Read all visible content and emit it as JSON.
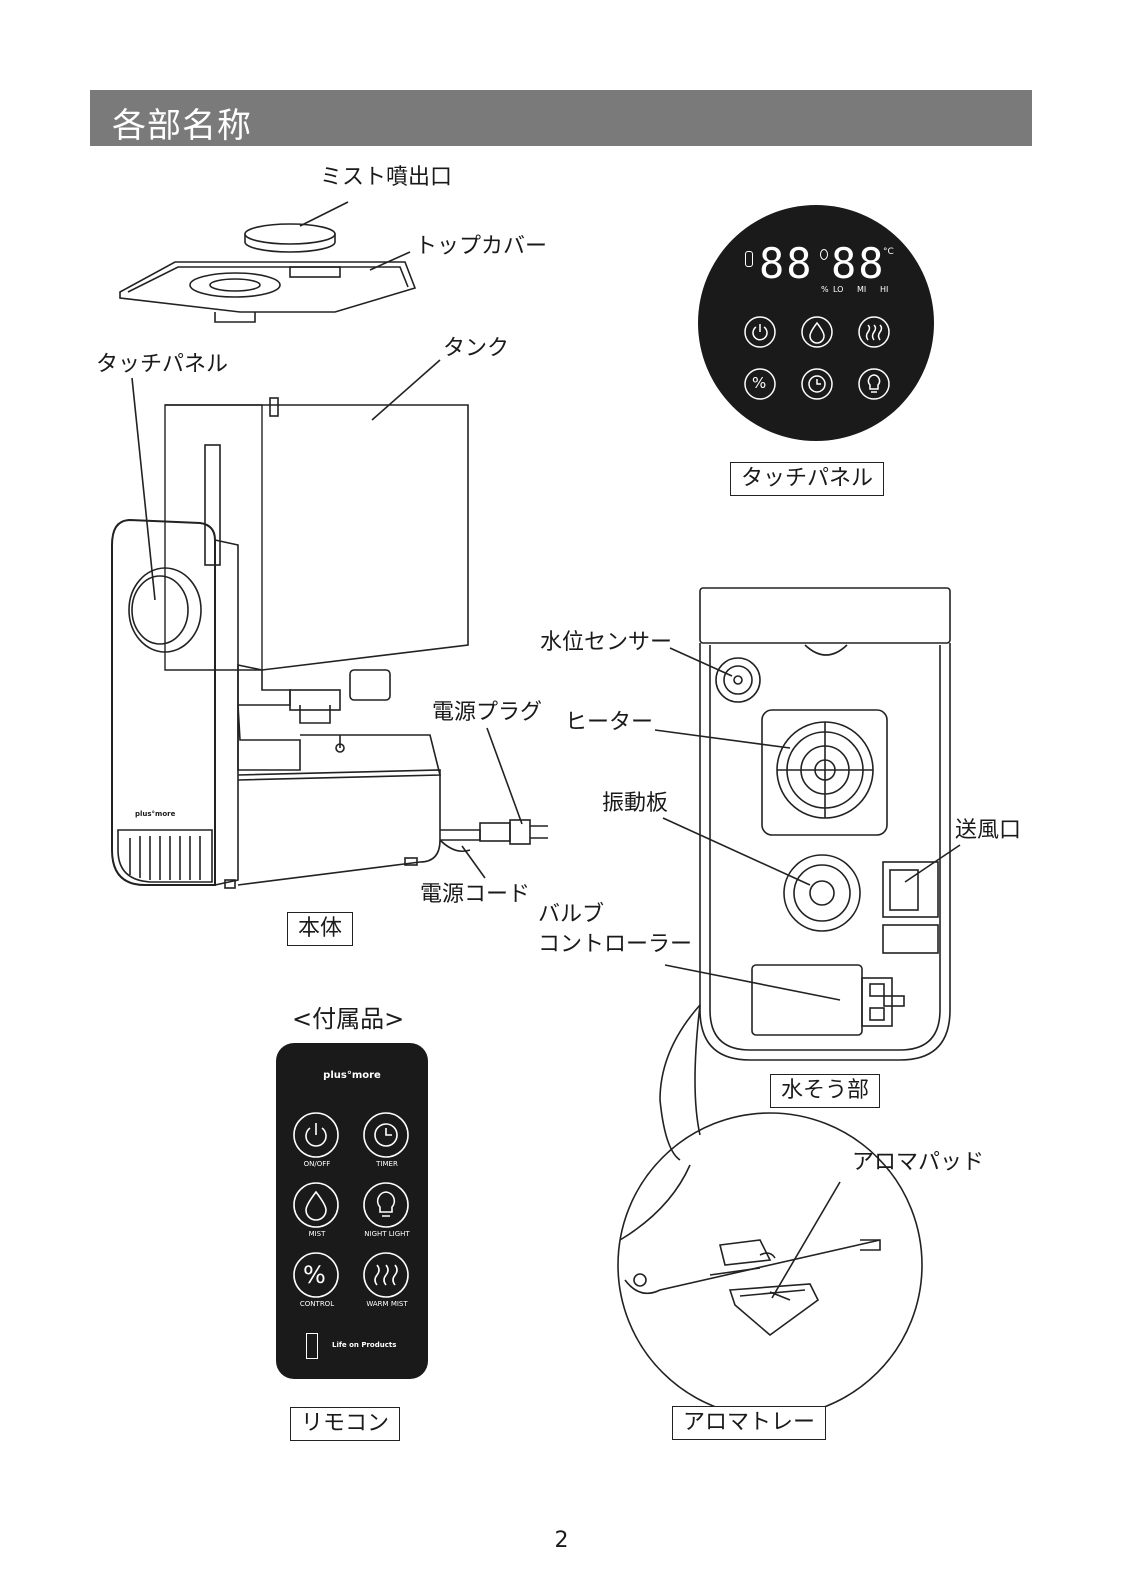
{
  "header": {
    "title": "各部名称"
  },
  "main_labels": {
    "mist_outlet": "ミスト噴出口",
    "top_cover": "トップカバー",
    "tank": "タンク",
    "touch_panel": "タッチパネル",
    "power_plug": "電源プラグ",
    "power_cord": "電源コード",
    "water_level_sensor": "水位センサー",
    "heater": "ヒーター",
    "vibration_plate": "振動板",
    "air_outlet": "送風口",
    "valve_controller_1": "バルブ",
    "valve_controller_2": "コントローラー",
    "aroma_pad": "アロマパッド"
  },
  "captions": {
    "body": "本体",
    "touch_panel": "タッチパネル",
    "water_tank_section": "水そう部",
    "accessories": "<付属品>",
    "remote": "リモコン",
    "aroma_tray": "アロマトレー"
  },
  "panel": {
    "display_left": "88",
    "display_right": "88",
    "unit_c": "°C",
    "unit_pct": "%",
    "lo": "LO",
    "mi": "MI",
    "hi": "HI",
    "buttons_row1": [
      "power-icon",
      "mist-drop-icon",
      "warm-mist-icon"
    ],
    "buttons_row2": [
      "percent-icon",
      "timer-icon",
      "bulb-icon"
    ],
    "pct_glyph": "%"
  },
  "remote": {
    "brand": "plus°more",
    "pct_glyph": "%",
    "buttons": [
      {
        "icon": "power-icon",
        "label": "ON/OFF"
      },
      {
        "icon": "timer-icon",
        "label": "TIMER"
      },
      {
        "icon": "mist-drop-icon",
        "label": "MIST"
      },
      {
        "icon": "bulb-icon",
        "label": "NIGHT LIGHT"
      },
      {
        "icon": "percent-icon",
        "label": "CONTROL"
      },
      {
        "icon": "warm-mist-icon",
        "label": "WARM MIST"
      }
    ],
    "footer_brand": "Life on Products"
  },
  "unit_brand": "plus°more",
  "page_number": "2"
}
